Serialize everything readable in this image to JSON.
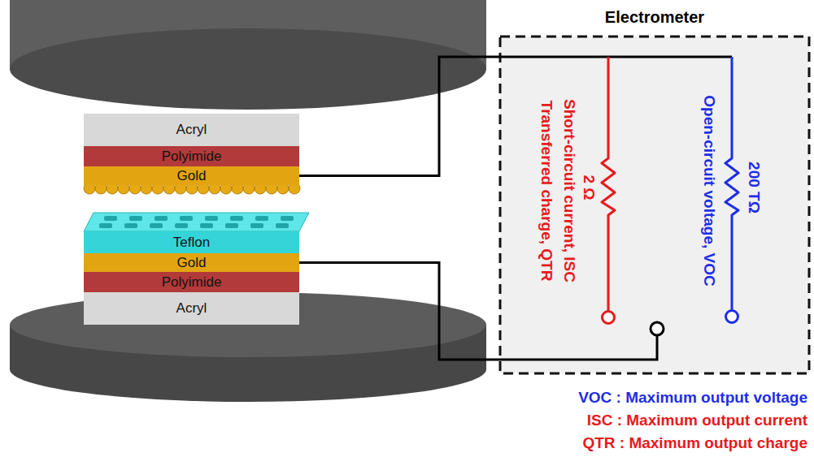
{
  "diagram": {
    "nodes": [
      {
        "text": [
          "Acryl"
        ]
      },
      {
        "text": [
          "Polyimide"
        ]
      },
      {
        "text": [
          "Gold"
        ]
      },
      {
        "text": [
          "Teflon"
        ]
      },
      {
        "text": [
          "Gold"
        ]
      },
      {
        "text": [
          "Polyimide"
        ]
      },
      {
        "text": [
          "Acryl"
        ]
      },
      {
        "text": [
          "Electrometer"
        ]
      }
    ],
    "edges": [
      {
        "from": 2,
        "to": 7,
        "arrow": "none"
      },
      {
        "from": 4,
        "to": 7,
        "arrow": "none"
      }
    ],
    "labels": [
      "Short-circuit current, ISC",
      "Transferred charge, QTR",
      "2 Ω",
      "Open-circuit voltage, VOC",
      "200 TΩ",
      "VOC : Maximum output voltage",
      "ISC : Maximum output current",
      "QTR : Maximum output charge"
    ]
  }
}
